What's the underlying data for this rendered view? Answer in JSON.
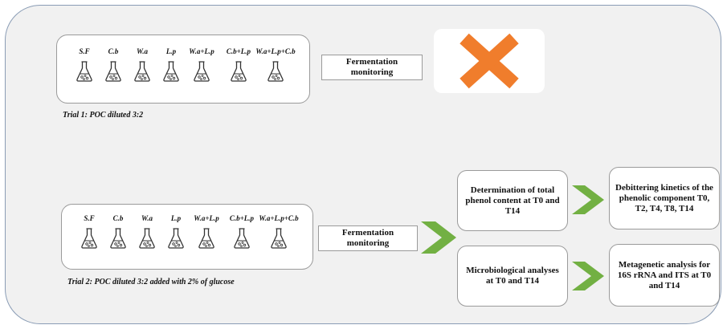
{
  "trial1": {
    "strains": [
      "S.F",
      "C.b",
      "W.a",
      "L.p",
      "W.a+L.p",
      "C.b+L.p",
      "W.a+L.p+C.b"
    ],
    "label": "Trial 1: POC diluted 3:2",
    "monitoring": "Fermentation\nmonitoring",
    "outcome_icon": "orange-cross-icon"
  },
  "trial2": {
    "strains": [
      "S.F",
      "C.b",
      "W.a",
      "L.p",
      "W.a+L.p",
      "C.b+L.p",
      "W.a+L.p+C.b"
    ],
    "label": "Trial 2:  POC diluted 3:2  added with 2% of glucose",
    "monitoring": "Fermentation\nmonitoring",
    "phenol": "Determination of total\nphenol content at T0 and\nT14",
    "debittering": "Debittering kinetics of the\nphenolic component T0,\nT2, T4, T8, T14",
    "micro": "Microbiological analyses\nat T0 and T14",
    "metagenetic": "Metagenetic analysis for\n16S rRNA  and ITS at T0\nand T14"
  },
  "colors": {
    "frame_border": "#8a9cb5",
    "frame_fill": "#f1f1f1",
    "arrow_green": "#72b043",
    "cross_orange": "#f07d2c"
  }
}
